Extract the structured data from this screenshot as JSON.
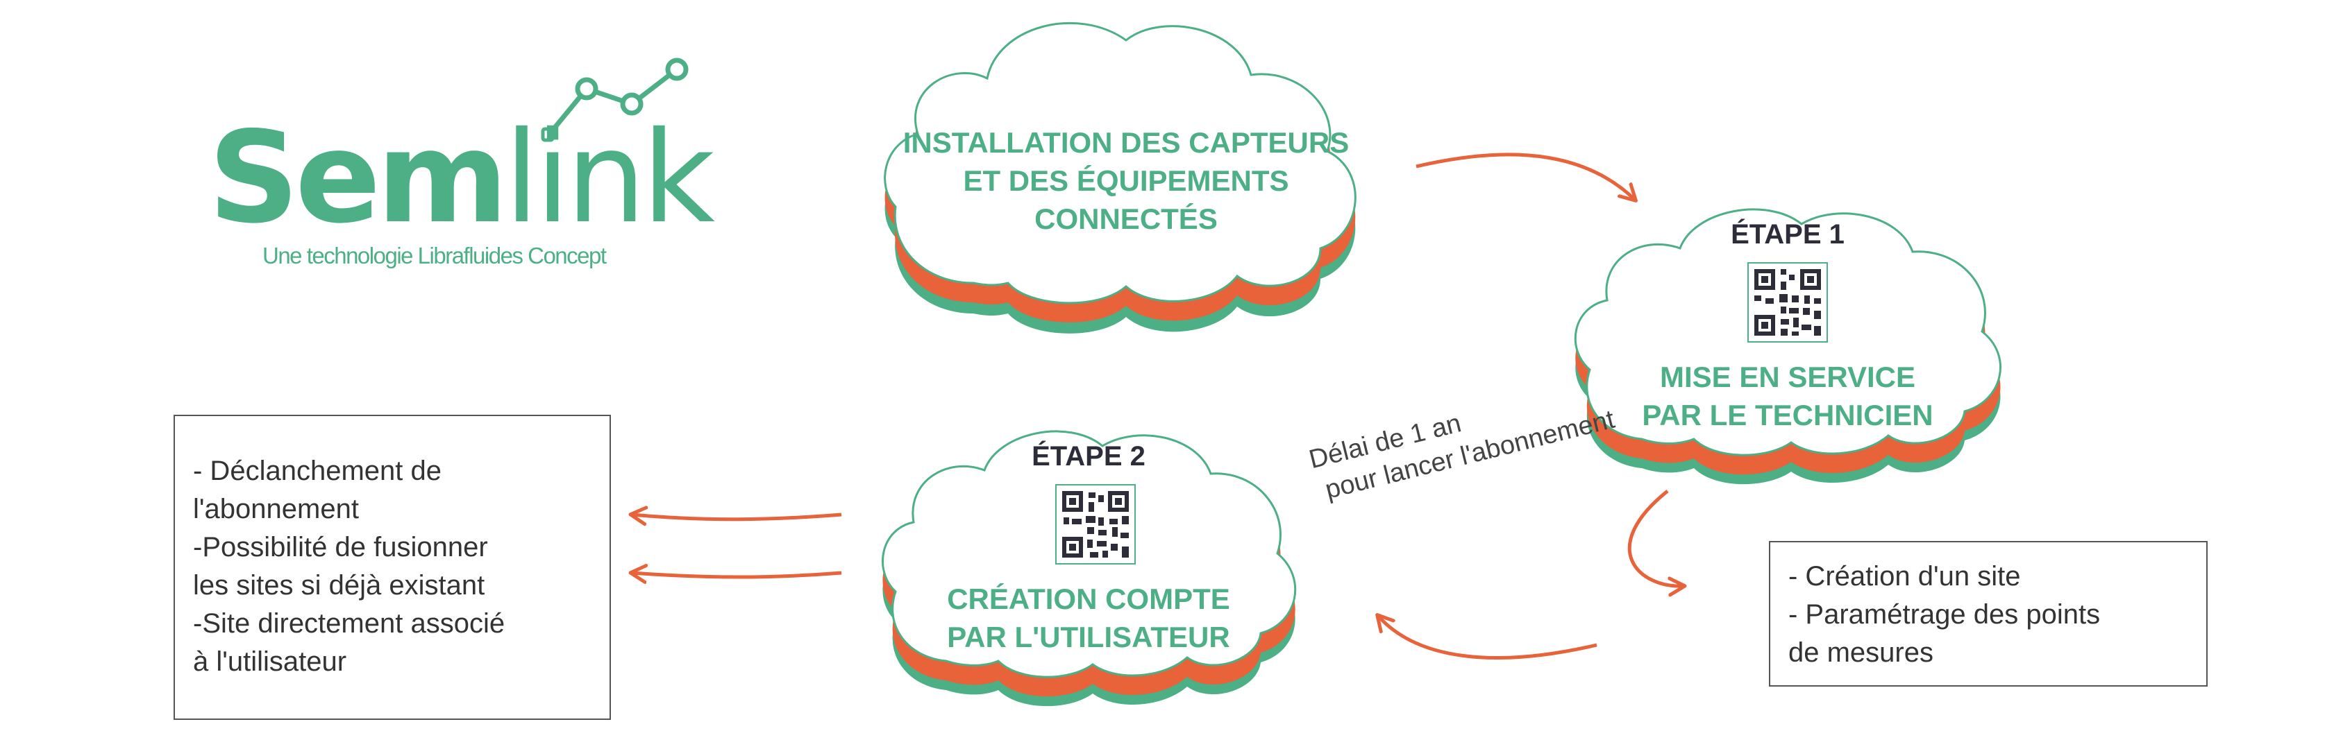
{
  "logo": {
    "word_bold": "Sem",
    "word_light": "link",
    "tagline": "Une technologie Librafluides Concept"
  },
  "clouds": {
    "install": {
      "lines": [
        "INSTALLATION DES CAPTEURS",
        "ET DES ÉQUIPEMENTS",
        "CONNECTÉS"
      ]
    },
    "etape1": {
      "stage": "ÉTAPE 1",
      "lines": [
        "MISE EN SERVICE",
        "PAR LE TECHNICIEN"
      ]
    },
    "etape2": {
      "stage": "ÉTAPE 2",
      "lines": [
        "CRÉATION COMPTE",
        "PAR L'UTILISATEUR"
      ]
    }
  },
  "delay": {
    "line1": "Délai de 1 an",
    "line2": "pour lancer l'abonnement"
  },
  "notes": {
    "left": [
      "- Déclanchement de",
      "l'abonnement",
      "-Possibilité de fusionner",
      "les sites si déjà existant",
      "-Site directement associé",
      "à l'utilisateur"
    ],
    "right": [
      "- Création d'un site",
      "- Paramétrage des points",
      "de mesures"
    ]
  },
  "colors": {
    "brand_green": "#4caf86",
    "arrow_orange": "#e8623a",
    "dark_text": "#2d2d3a"
  },
  "icons": [
    "qr-code-icon",
    "line-graph-icon",
    "arrow-icon"
  ]
}
